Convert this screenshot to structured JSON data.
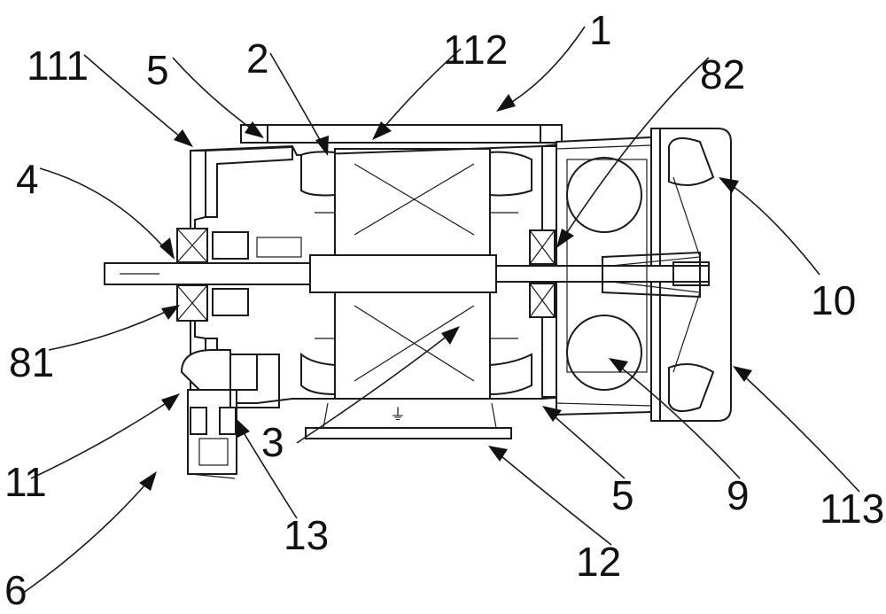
{
  "diagram": {
    "labels": {
      "l1": "1",
      "l2": "2",
      "l3": "3",
      "l4": "4",
      "l5a": "5",
      "l5b": "5",
      "l6": "6",
      "l9": "9",
      "l10": "10",
      "l11": "11",
      "l12": "12",
      "l13": "13",
      "l81": "81",
      "l82": "82",
      "l111": "111",
      "l112": "112",
      "l113": "113"
    },
    "ground_symbol": "⏚"
  },
  "colors": {
    "line": "#1a1a1a",
    "background": "#ffffff"
  }
}
